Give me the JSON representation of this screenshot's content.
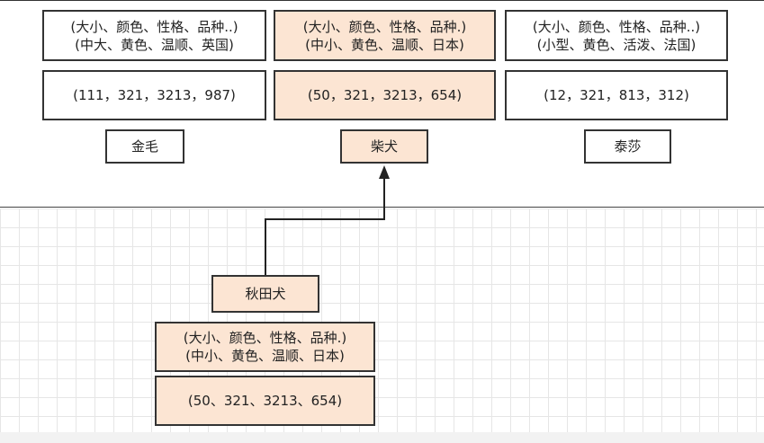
{
  "top_group": [
    {
      "attr_keys": "(大小、颜色、性格、品种..)",
      "attr_values": "(中大、黄色、温顺、英国)",
      "vector": "(111，321，3213，987)",
      "name": "金毛",
      "highlighted": false
    },
    {
      "attr_keys": "(大小、颜色、性格、品种.)",
      "attr_values": "(中小、黄色、温顺、日本)",
      "vector": "(50，321，3213，654)",
      "name": "柴犬",
      "highlighted": true
    },
    {
      "attr_keys": "(大小、颜色、性格、品种..)",
      "attr_values": "(小型、黄色、活泼、法国)",
      "vector": "(12，321，813，312)",
      "name": "泰莎",
      "highlighted": false
    }
  ],
  "query": {
    "name": "秋田犬",
    "attr_keys": "(大小、颜色、性格、品种.)",
    "attr_values": "(中小、黄色、温顺、日本)",
    "vector": "(50、321、3213、654)",
    "highlighted": true
  },
  "colors": {
    "highlight_fill": "#fce5d3",
    "border": "#333333"
  }
}
